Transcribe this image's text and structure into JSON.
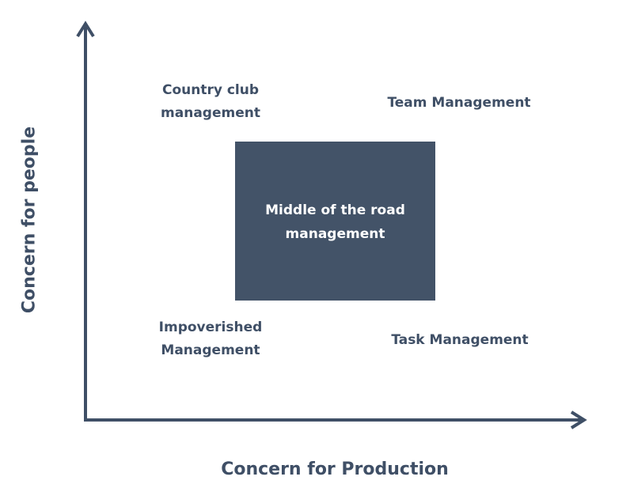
{
  "axes": {
    "y_label": "Concern for people",
    "x_label": "Concern for Production"
  },
  "quadrants": {
    "top_left": {
      "line1": "Country club",
      "line2": "management"
    },
    "top_right": {
      "line1": "Team Management"
    },
    "bottom_left": {
      "line1": "Impoverished",
      "line2": "Management"
    },
    "bottom_right": {
      "line1": "Task Management"
    },
    "center": {
      "line1": "Middle of the road",
      "line2": "management"
    }
  },
  "colors": {
    "text": "#3f4f66",
    "axis": "#3f4f66",
    "center_box": "#435368",
    "center_text": "#ffffff"
  }
}
